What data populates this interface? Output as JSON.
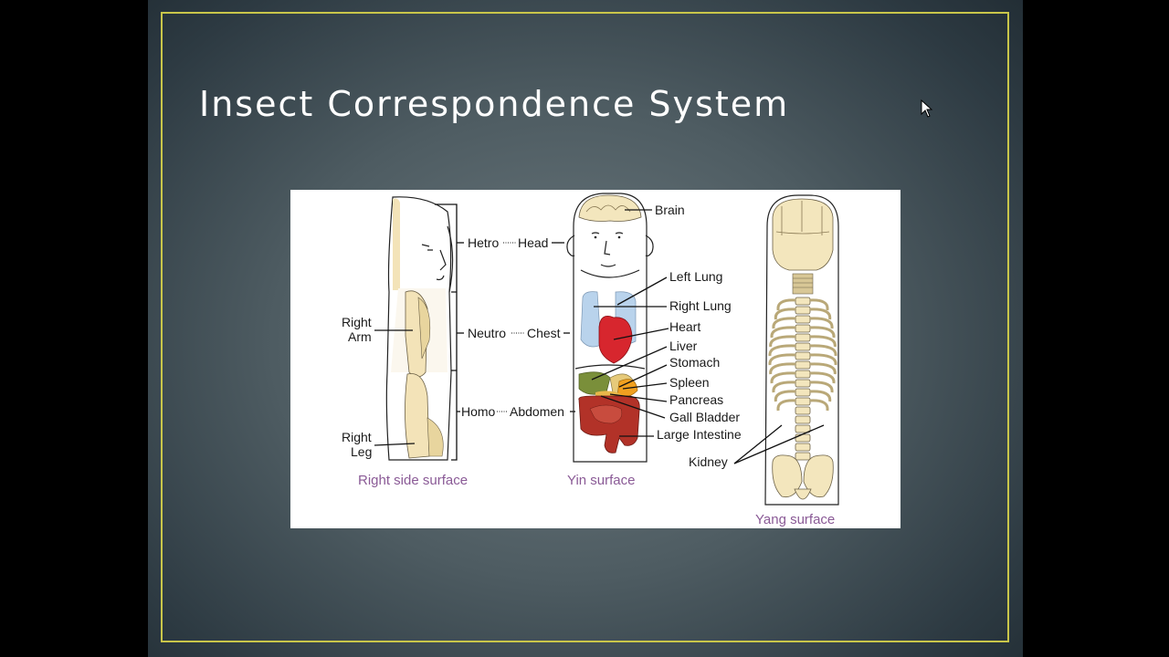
{
  "slide": {
    "title": "Insect Correspondence System"
  },
  "diagram": {
    "left_panel": {
      "caption": "Right side surface",
      "labels": {
        "arm": [
          "Right",
          "Arm"
        ],
        "leg": [
          "Right",
          "Leg"
        ]
      },
      "sections": [
        {
          "zone": "Hetro",
          "part": "Head"
        },
        {
          "zone": "Neutro",
          "part": "Chest"
        },
        {
          "zone": "Homo",
          "part": "Abdomen"
        }
      ]
    },
    "middle_panel": {
      "caption": "Yin surface",
      "organs": [
        "Brain",
        "Left Lung",
        "Right Lung",
        "Heart",
        "Liver",
        "Stomach",
        "Spleen",
        "Pancreas",
        "Gall Bladder",
        "Large Intestine"
      ]
    },
    "right_panel": {
      "caption": "Yang surface",
      "labels": {
        "kidney": "Kidney"
      }
    }
  },
  "colors": {
    "frame": "#c9c64a",
    "caption": "#8a5a96",
    "lung": "#b9d3ec",
    "heart": "#d7262e",
    "liver": "#7a8f3a",
    "spleen": "#f0a020",
    "intestine": "#b23228",
    "bone": "#f3e6bd"
  },
  "icons": [
    "mouse-cursor-icon"
  ]
}
